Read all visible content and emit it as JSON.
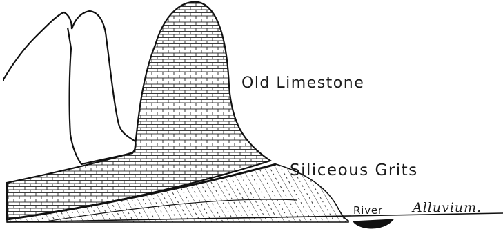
{
  "diagram": {
    "labels": {
      "old_limestone": "Old Limestone",
      "siliceous_grits": "Siliceous Grits",
      "river": "River",
      "alluvium": "Alluvium."
    }
  }
}
